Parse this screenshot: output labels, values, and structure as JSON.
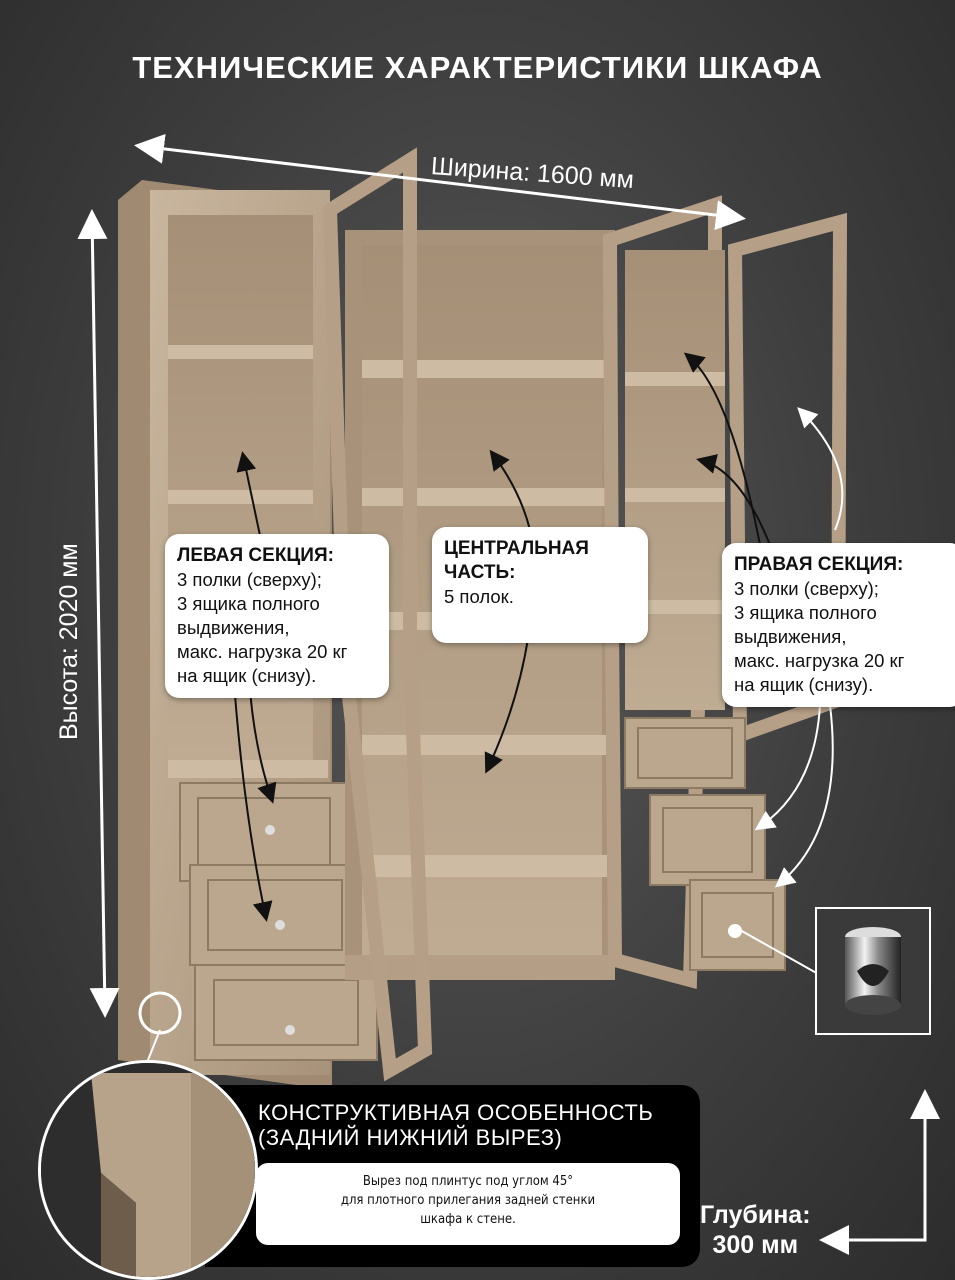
{
  "title": "ТЕХНИЧЕСКИЕ ХАРАКТЕРИСТИКИ ШКАФА",
  "dimensions": {
    "width": "Ширина: 1600 мм",
    "height": "Высота: 2020 мм",
    "depth_line1": "Глубина:",
    "depth_line2": "300 мм"
  },
  "left_section": {
    "heading": "ЛЕВАЯ СЕКЦИЯ:",
    "lines": [
      "3 полки (сверху);",
      "3 ящика полного",
      "выдвижения,",
      "макс. нагрузка 20 кг",
      "на ящик (снизу)."
    ]
  },
  "center_section": {
    "heading_line1": "ЦЕНТРАЛЬНАЯ",
    "heading_line2": "ЧАСТЬ:",
    "lines": [
      "5 полок."
    ]
  },
  "right_section": {
    "heading": "ПРАВАЯ СЕКЦИЯ:",
    "lines": [
      "3 полки (сверху);",
      "3 ящика полного",
      "выдвижения,",
      "макс. нагрузка 20 кг",
      "на ящик (снизу)."
    ]
  },
  "feature": {
    "title_line1": "КОНСТРУКТИВНАЯ ОСОБЕННОСТЬ",
    "title_line2": "(ЗАДНИЙ НИЖНИЙ ВЫРЕЗ)",
    "desc_lines": [
      "Вырез под плинтус под углом 45°",
      "для плотного прилегания задней стенки",
      "шкафа к стене."
    ]
  },
  "colors": {
    "wood": "#b9a58c",
    "wood_dark": "#9c8870",
    "wood_light": "#cdbba3",
    "background": "#3e3e3e"
  }
}
